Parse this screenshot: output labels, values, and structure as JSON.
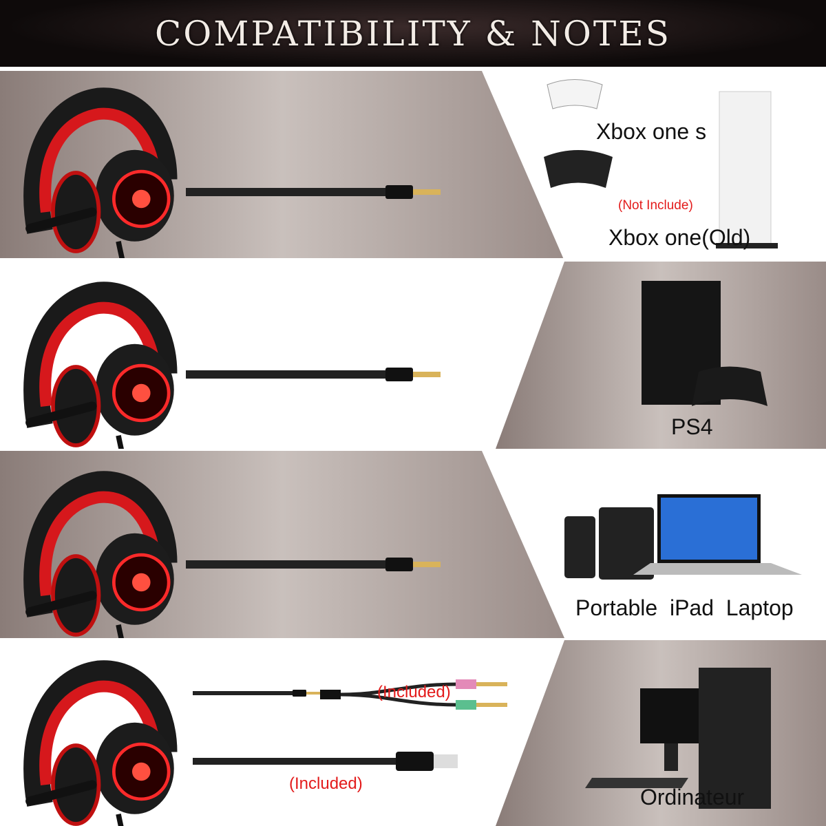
{
  "header": {
    "title": "COMPATIBILITY & NOTES"
  },
  "rows": [
    {
      "label_a": "Xbox one s",
      "note": "(Not Include)",
      "label_b": "Xbox one(Old)"
    },
    {
      "label": "PS4"
    },
    {
      "label": "Portable  iPad  Laptop"
    },
    {
      "note_top": "(Included)",
      "note_bottom": "(Included)",
      "label": "Ordinateur"
    }
  ],
  "colors": {
    "accent": "#e31b1b",
    "header_bg": "#140e0e",
    "panel": "#a39894"
  }
}
